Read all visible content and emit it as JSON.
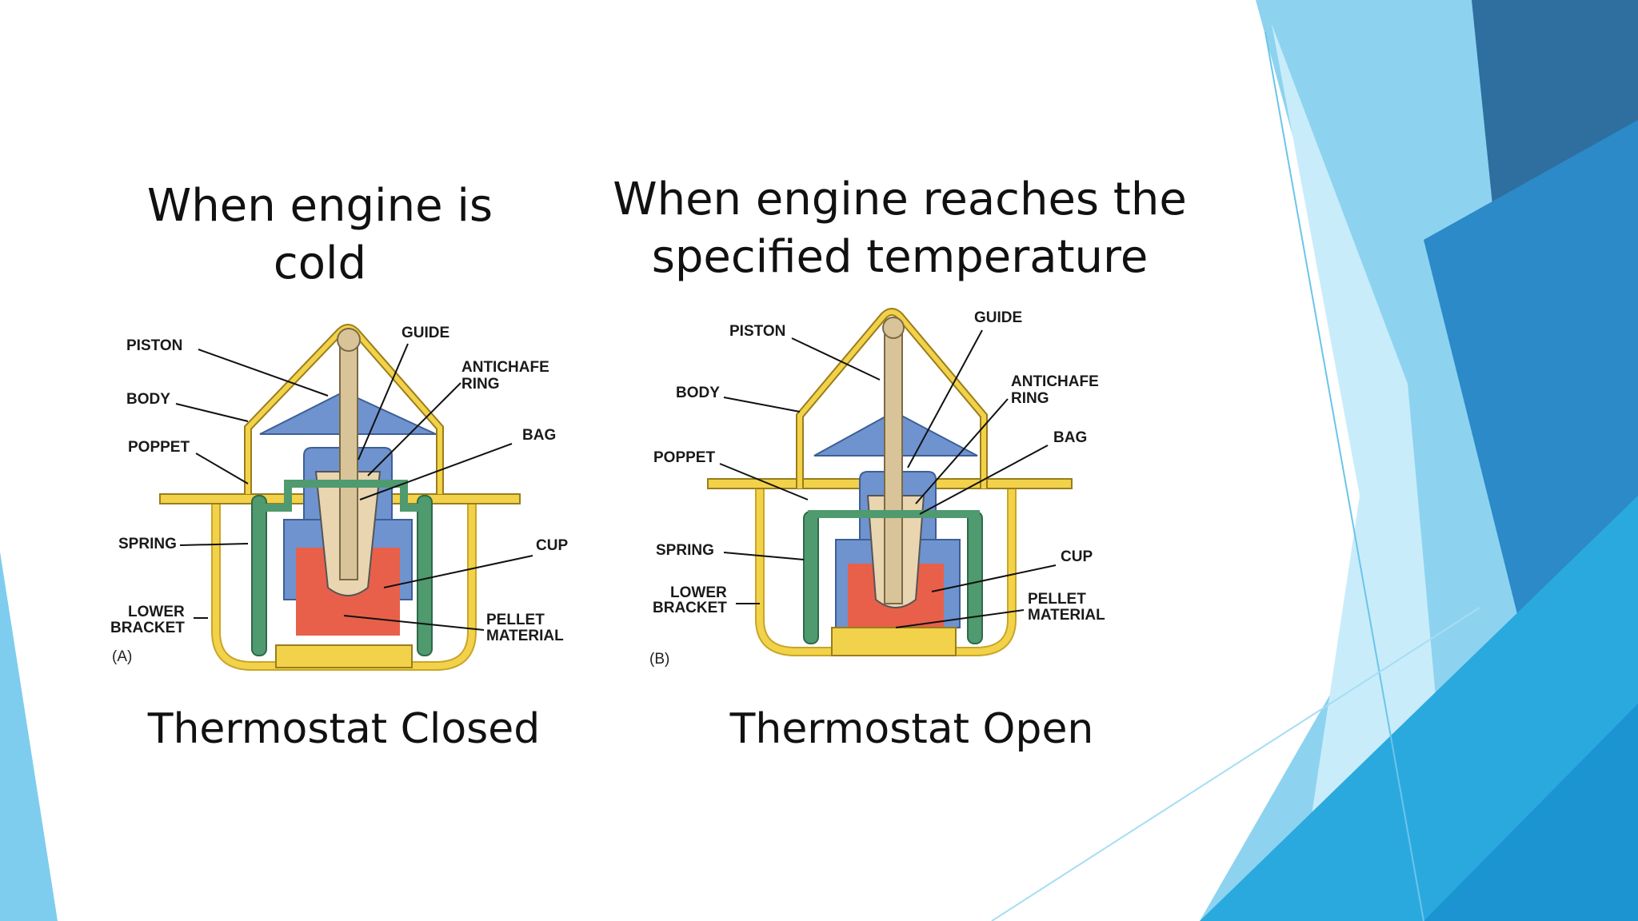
{
  "headings": {
    "cold": "When engine is cold",
    "hot": "When engine reaches the specified temperature"
  },
  "captions": {
    "closed": "Thermostat Closed",
    "open": "Thermostat Open"
  },
  "diagram_a": {
    "tag": "(A)",
    "labels": {
      "piston": "PISTON",
      "guide": "GUIDE",
      "antichafe_1": "ANTICHAFE",
      "antichafe_2": "RING",
      "body": "BODY",
      "bag": "BAG",
      "poppet": "POPPET",
      "spring": "SPRING",
      "cup": "CUP",
      "lower_1": "LOWER",
      "lower_2": "BRACKET",
      "pellet_1": "PELLET",
      "pellet_2": "MATERIAL"
    }
  },
  "diagram_b": {
    "tag": "(B)",
    "labels": {
      "piston": "PISTON",
      "guide": "GUIDE",
      "antichafe_1": "ANTICHAFE",
      "antichafe_2": "RING",
      "body": "BODY",
      "bag": "BAG",
      "poppet": "POPPET",
      "spring": "SPRING",
      "cup": "CUP",
      "lower_1": "LOWER",
      "lower_2": "BRACKET",
      "pellet_1": "PELLET",
      "pellet_2": "MATERIAL"
    }
  },
  "colors": {
    "body_yellow": "#f2d24a",
    "poppet_blue": "#6f93cf",
    "spring_green": "#4f9a6f",
    "pellet_red": "#e8604a",
    "piston_tan": "#d9c49a",
    "accent_blue": "#1f8fd0",
    "dark_blue": "#256a9c"
  }
}
